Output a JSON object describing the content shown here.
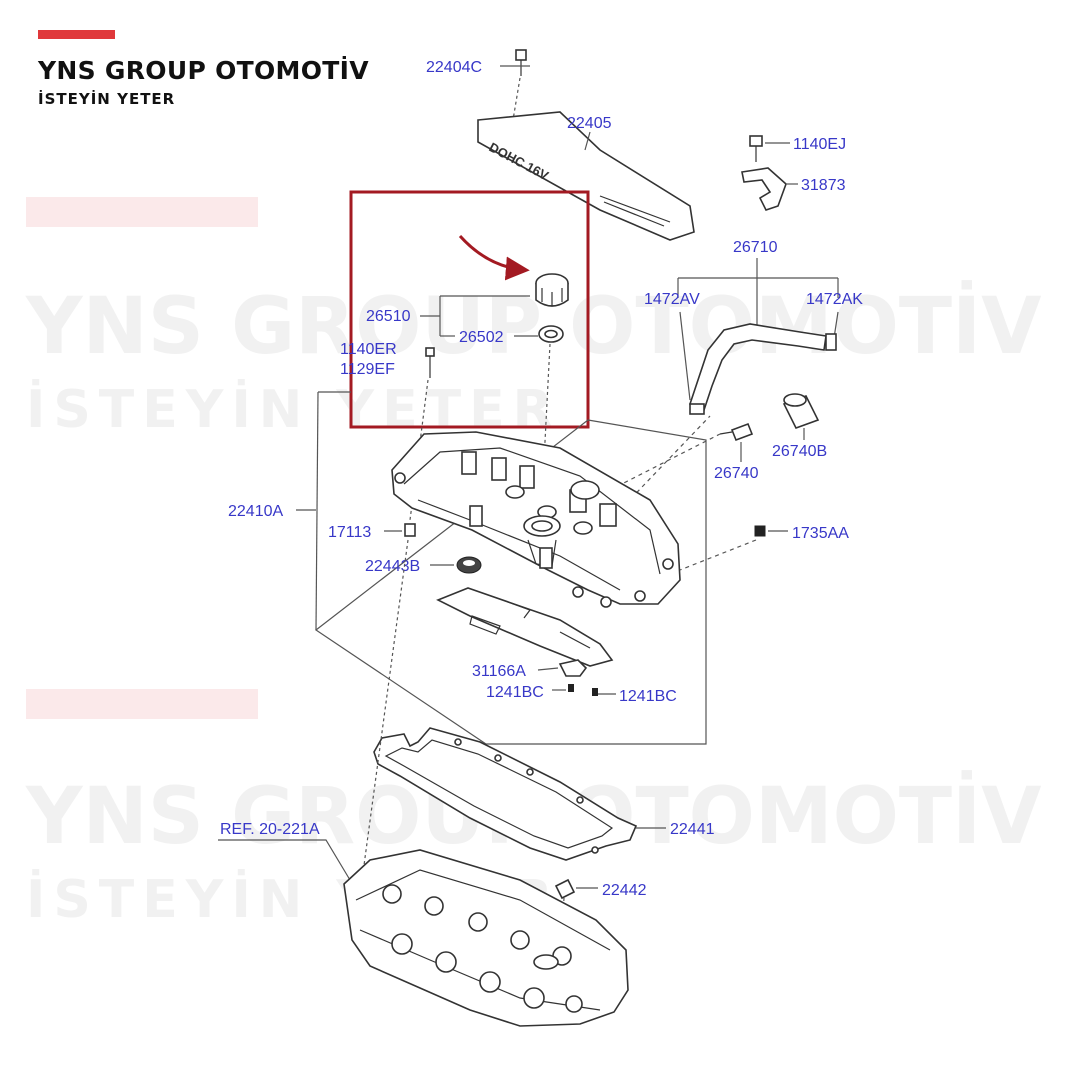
{
  "brand": {
    "name": "YNS GROUP OTOMOTİV",
    "slogan": "İSTEYİN YETER",
    "accent_color": "#e0383b",
    "highlight_color": "#a31a22"
  },
  "watermark": {
    "name": "YNS GROUP OTOMOTİV",
    "slogan": "İSTEYİN YETER"
  },
  "diagram": {
    "cover_text": "DOHC 16V",
    "highlighted_part": "26510",
    "labels": {
      "p22404C": "22404C",
      "p22405": "22405",
      "p1140EJ": "1140EJ",
      "p31873": "31873",
      "p26710": "26710",
      "p1472AV": "1472AV",
      "p1472AK": "1472AK",
      "p26510": "26510",
      "p26502": "26502",
      "p1140ER": "1140ER",
      "p1129EF": "1129EF",
      "p26740": "26740",
      "p26740B": "26740B",
      "p22410A": "22410A",
      "p17113": "17113",
      "p1735AA": "1735AA",
      "p22443B": "22443B",
      "p31166A": "31166A",
      "p1241BC_a": "1241BC",
      "p1241BC_b": "1241BC",
      "ref": "REF. 20-221A",
      "p22441": "22441",
      "p22442": "22442"
    }
  }
}
